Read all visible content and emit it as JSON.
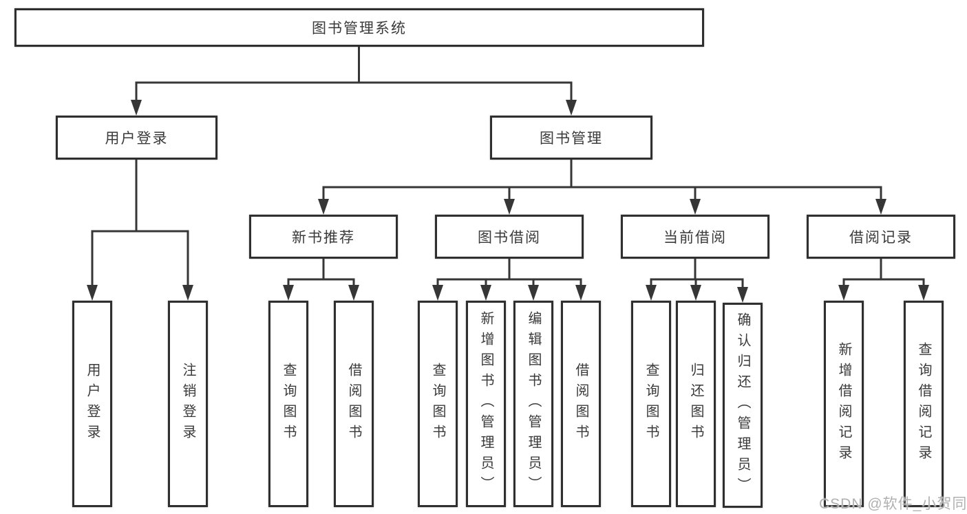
{
  "tree": {
    "label": "图书管理系统",
    "children": [
      {
        "label": "用户登录",
        "children": [
          {
            "label": "用户登录"
          },
          {
            "label": "注销登录"
          }
        ]
      },
      {
        "label": "图书管理",
        "children": [
          {
            "label": "新书推荐",
            "children": [
              {
                "label": "查询图书"
              },
              {
                "label": "借阅图书"
              }
            ]
          },
          {
            "label": "图书借阅",
            "children": [
              {
                "label": "查询图书"
              },
              {
                "label": "新增图书（管理员）"
              },
              {
                "label": "编辑图书（管理员）"
              },
              {
                "label": "借阅图书"
              }
            ]
          },
          {
            "label": "当前借阅",
            "children": [
              {
                "label": "查询图书"
              },
              {
                "label": "归还图书"
              },
              {
                "label": "确认归还（管理员）"
              }
            ]
          },
          {
            "label": "借阅记录",
            "children": [
              {
                "label": "新增借阅记录"
              },
              {
                "label": "查询借阅记录"
              }
            ]
          }
        ]
      }
    ]
  },
  "watermark": {
    "text": "CSDN @软件_小贺同学"
  },
  "colors": {
    "line": "#363636",
    "border": "#2f2f2f",
    "text": "#3a3a3a",
    "background": "#ffffff",
    "watermark": "#b0b0b0"
  }
}
